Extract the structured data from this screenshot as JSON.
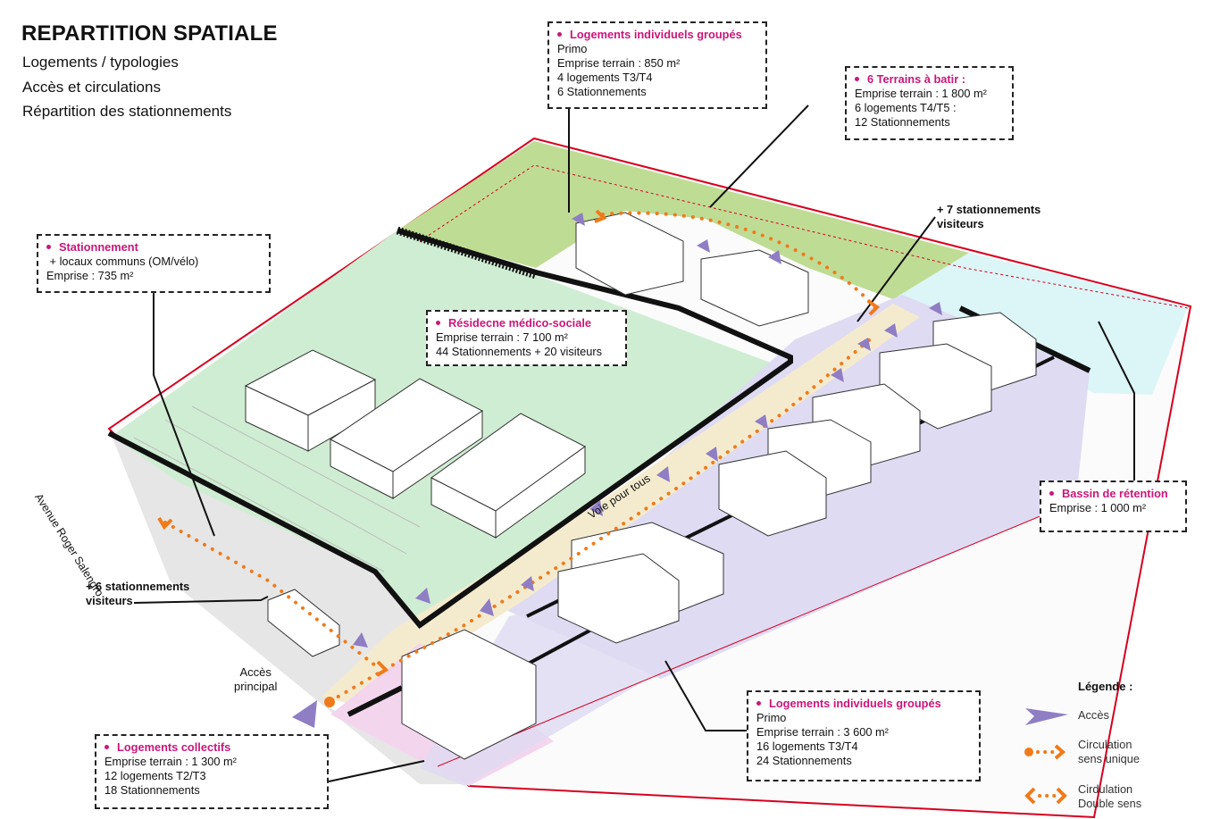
{
  "title": "REPARTITION SPATIALE",
  "subtitles": [
    "Logements / typologies",
    "Accès et circulations",
    "Répartition des stationnements"
  ],
  "boxes": {
    "lig_top": {
      "title": "Logements individuels groupés",
      "lines": [
        "Primo",
        "Emprise terrain : 850 m²",
        "4 logements T3/T4",
        "6 Stationnements"
      ]
    },
    "terrains": {
      "title": "6 Terrains à batir :",
      "lines": [
        "Emprise terrain : 1 800 m²",
        "6 logements T4/T5 :",
        "12 Stationnements"
      ]
    },
    "stationnement": {
      "title": "Stationnement",
      "lines": [
        " + locaux communs (OM/vélo)",
        "Emprise : 735 m²"
      ]
    },
    "residence": {
      "title": "Résidecne médico-sociale",
      "lines": [
        "Emprise terrain : 7 100 m²",
        "44 Stationnements + 20 visiteurs"
      ]
    },
    "bassin": {
      "title": "Bassin de rétention",
      "lines": [
        "Emprise : 1 000 m²"
      ]
    },
    "lig_bottom": {
      "title": "Logements individuels groupés",
      "lines": [
        "Primo",
        "Emprise terrain : 3 600 m²",
        "16 logements T3/T4",
        "24 Stationnements"
      ]
    },
    "collectifs": {
      "title": "Logements collectifs",
      "lines": [
        "Emprise terrain : 1 300 m²",
        "12 logements T2/T3",
        "18 Stationnements"
      ]
    }
  },
  "labels": {
    "visitors7": [
      "+ 7 stationnements",
      "visiteurs"
    ],
    "visitors6": [
      "+ 6 stationnements",
      "visiteurs"
    ],
    "acces_principal": [
      "Accès",
      "principal"
    ],
    "avenue": "Avenue Roger Salengro",
    "voie": "Voie pour tous"
  },
  "legend": {
    "title": "Légende :",
    "items": [
      {
        "lines": [
          "Accès"
        ],
        "icon": "access-arrow-icon"
      },
      {
        "lines": [
          "Circulation",
          "sens unique"
        ],
        "icon": "one-way-circulation-icon"
      },
      {
        "lines": [
          "Cirdulation",
          "Double sens"
        ],
        "icon": "two-way-circulation-icon"
      }
    ]
  },
  "colors": {
    "magenta": "#c8177a",
    "orange": "#f07a1a",
    "purple": "#8f7ec4",
    "red_boundary": "#d7001f",
    "green_light": "#cfedd2",
    "green_dark": "#b9d98c",
    "lavender": "#dcdaf2",
    "pink": "#f3d4ec",
    "cyan": "#ddf5f6",
    "beige": "#f3ead0",
    "grey": "#e4e4e4"
  }
}
